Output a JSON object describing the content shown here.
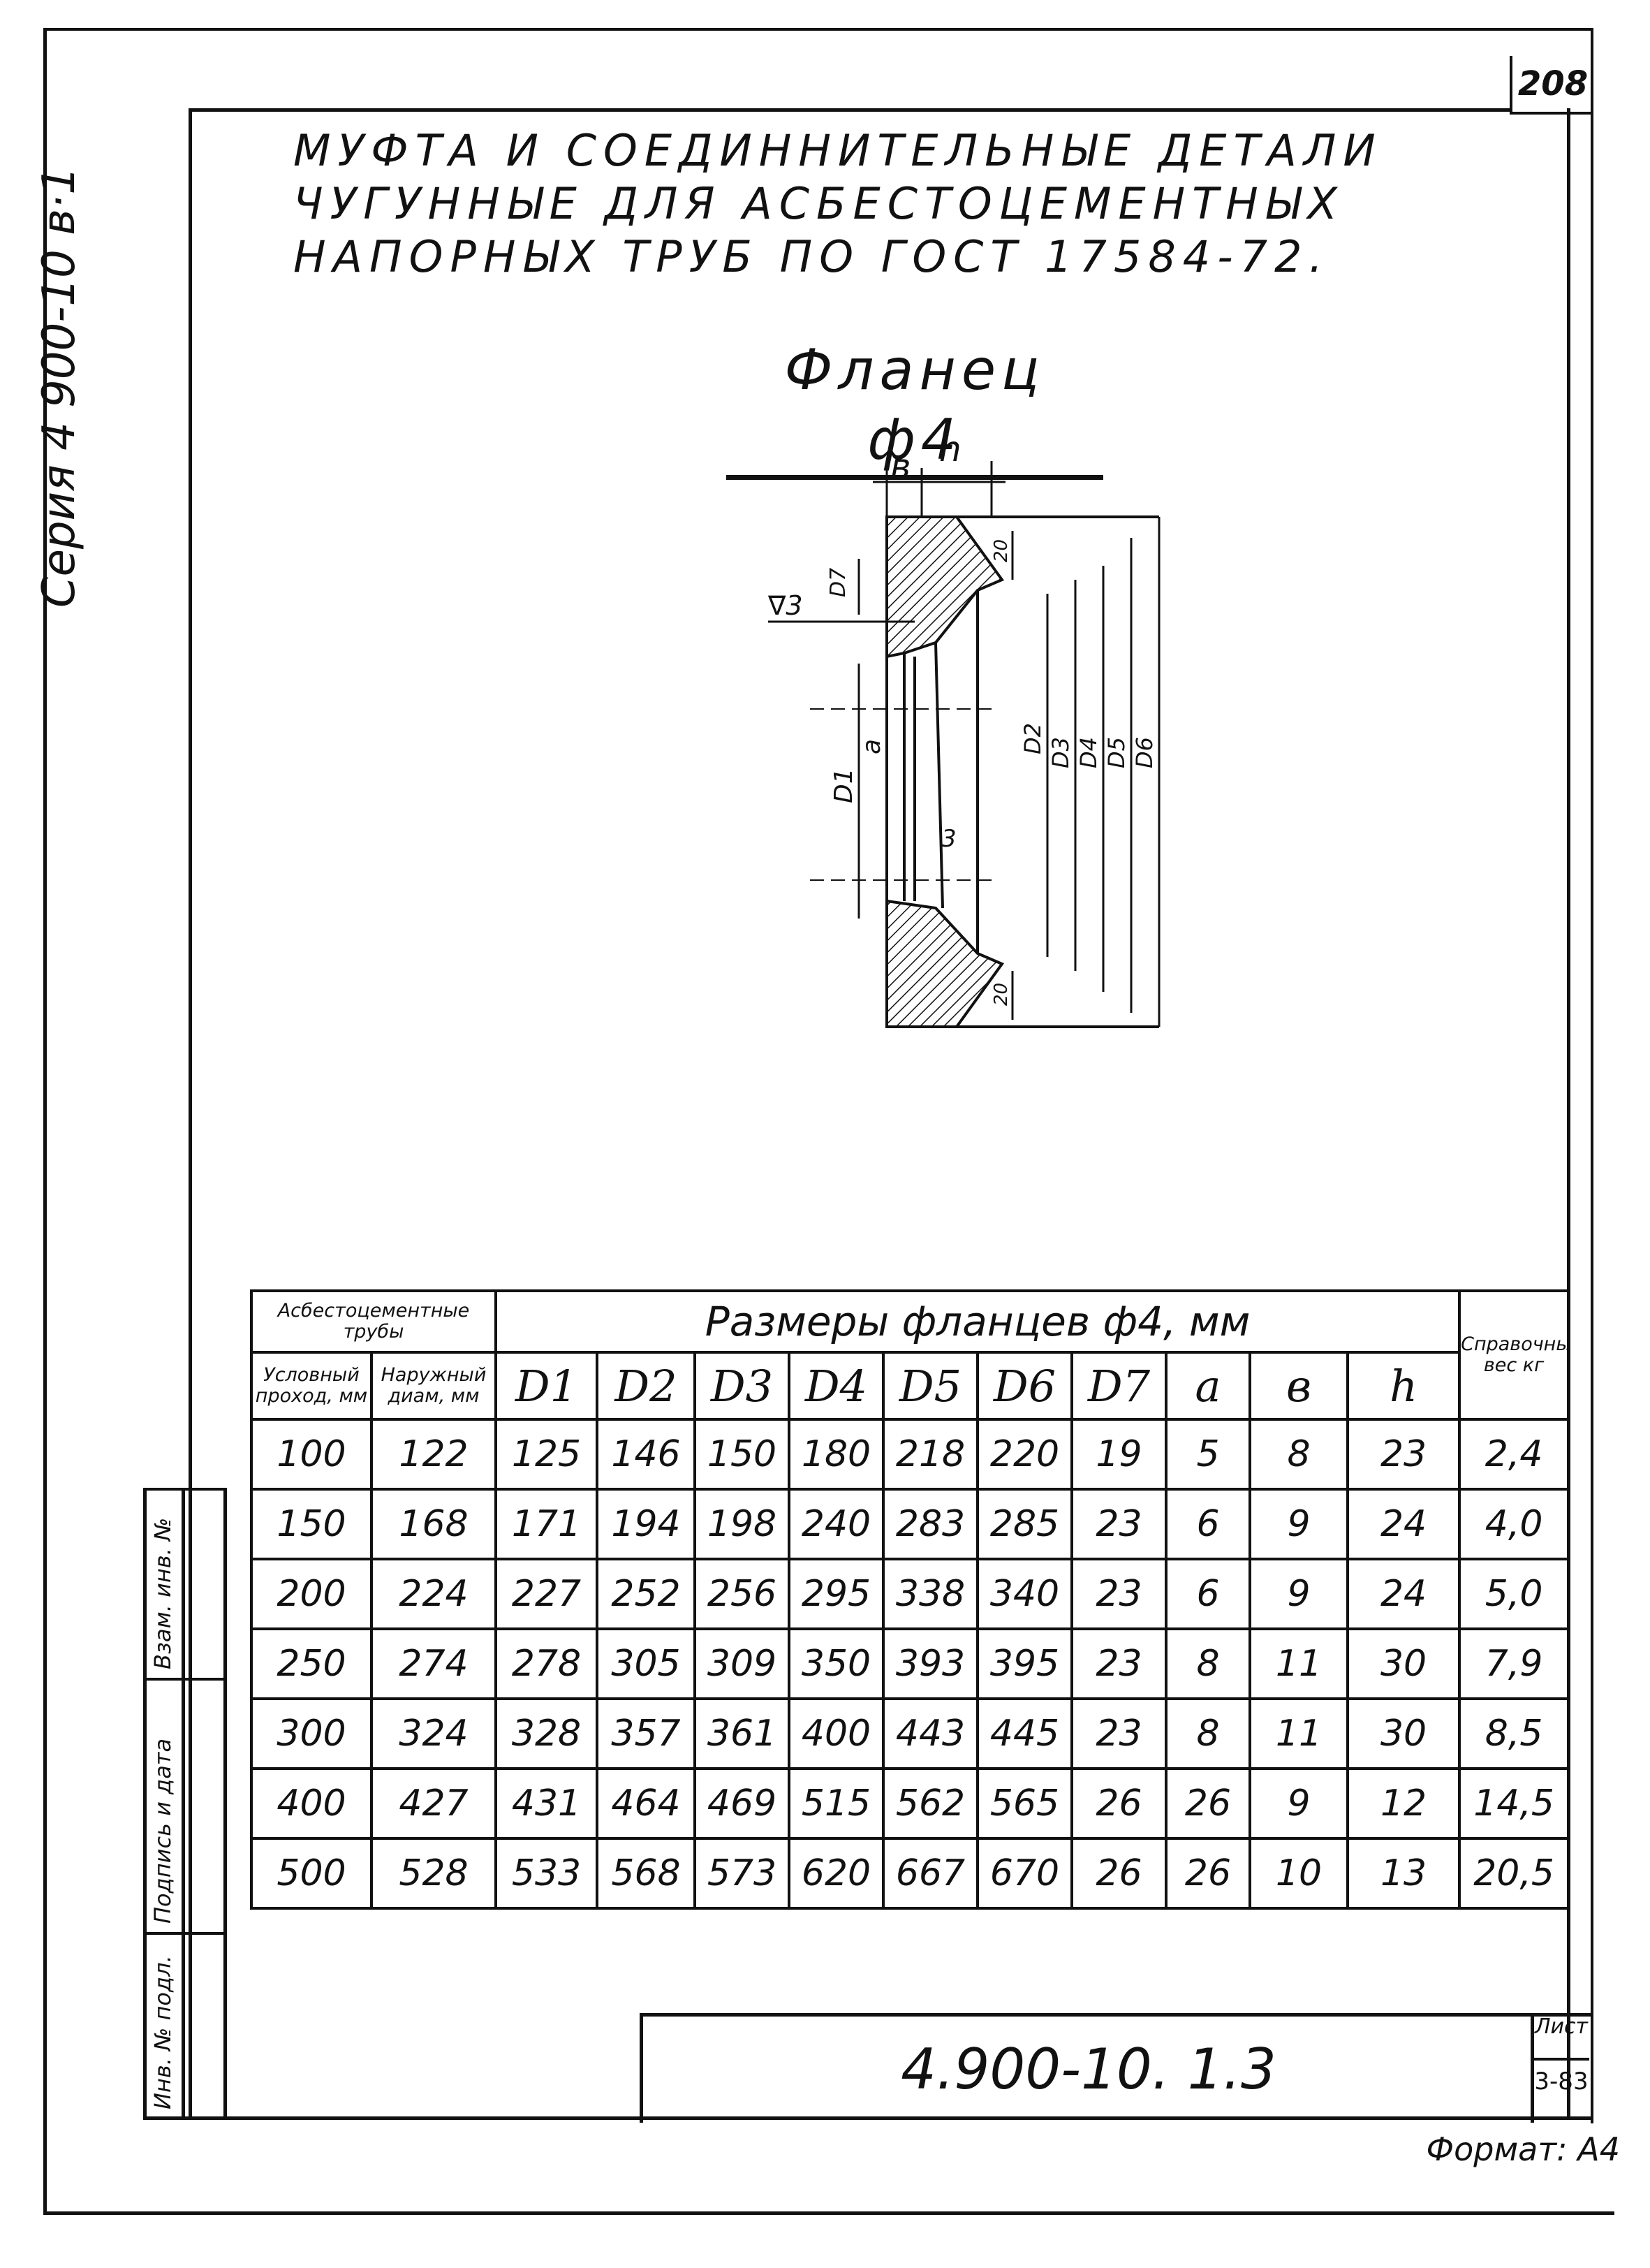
{
  "sheet_number": "208",
  "series_side_text": "Серия 4 900-10 в·1",
  "title": "Муфта и соединнительные детали чугунные для асбестоцементных напорных труб по ГОСТ 17584-72.",
  "drawing": {
    "title": "Фланец ф4",
    "dim_labels": {
      "b": "в",
      "h": "h",
      "d7": "D7",
      "cast": "∇3",
      "d1": "D1",
      "a": "a",
      "d2": "D2",
      "d3": "D3",
      "d4": "D4",
      "d5": "D5",
      "d6": "D6",
      "a20_top": "20",
      "a20_bottom": "20",
      "wall": "3"
    }
  },
  "table": {
    "group_pipes": "Асбестоцементные трубы",
    "group_sizes": "Размеры фланцев ф4, мм",
    "group_weight": "Справочный вес кг",
    "col_nominal": "Условный проход, мм",
    "col_outer": "Наружный диам, мм",
    "columns": [
      "D1",
      "D2",
      "D3",
      "D4",
      "D5",
      "D6",
      "D7",
      "a",
      "в",
      "h"
    ],
    "rows": [
      [
        "100",
        "122",
        "125",
        "146",
        "150",
        "180",
        "218",
        "220",
        "19",
        "5",
        "8",
        "23",
        "2,4"
      ],
      [
        "150",
        "168",
        "171",
        "194",
        "198",
        "240",
        "283",
        "285",
        "23",
        "6",
        "9",
        "24",
        "4,0"
      ],
      [
        "200",
        "224",
        "227",
        "252",
        "256",
        "295",
        "338",
        "340",
        "23",
        "6",
        "9",
        "24",
        "5,0"
      ],
      [
        "250",
        "274",
        "278",
        "305",
        "309",
        "350",
        "393",
        "395",
        "23",
        "8",
        "11",
        "30",
        "7,9"
      ],
      [
        "300",
        "324",
        "328",
        "357",
        "361",
        "400",
        "443",
        "445",
        "23",
        "8",
        "11",
        "30",
        "8,5"
      ],
      [
        "400",
        "427",
        "431",
        "464",
        "469",
        "515",
        "562",
        "565",
        "26",
        "26",
        "9",
        "12",
        "14,5"
      ],
      [
        "500",
        "528",
        "533",
        "568",
        "573",
        "620",
        "667",
        "670",
        "26",
        "26",
        "10",
        "13",
        "20,5"
      ]
    ]
  },
  "side_stamp": {
    "inv_replace": "Взам. инв. №",
    "sign_date": "Подпись и дата",
    "inv_orig": "Инв. № подл."
  },
  "stamp": {
    "doc_code": "4.900-10. 1.3",
    "list_label": "Лист",
    "list_number": "3-83"
  },
  "format_note": "Формат: А4"
}
